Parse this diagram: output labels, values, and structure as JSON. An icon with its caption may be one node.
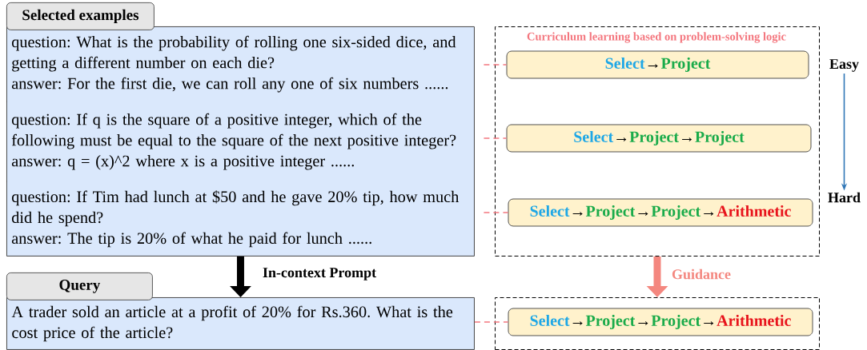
{
  "diagram": {
    "nodes": [
      {
        "text": [
          "Selected examples"
        ]
      },
      {
        "text": [
          "question: What is the probability of rolling one six-sided dice, and getting a different number on each die?",
          "answer: For the first die, we can roll any one of six numbers ......"
        ],
        "in": 0
      },
      {
        "text": [
          "question: If q is the square of a positive integer, which of the following must be equal to the square of the next positive integer?",
          "answer: q = (x)^2 where x is a positive integer ......"
        ],
        "in": 0
      },
      {
        "text": [
          "question: If Tim had lunch at $50 and he gave 20% tip, how much did he spend?",
          "answer: The tip is 20% of what he paid for lunch ......"
        ],
        "in": 0
      },
      {
        "text": [
          "Curriculum learning based on problem-solving logic"
        ]
      },
      {
        "text": [
          "Select",
          "→",
          "Project"
        ],
        "in": 4
      },
      {
        "text": [
          "Select",
          "→",
          "Project",
          "→",
          "Project"
        ],
        "in": 4
      },
      {
        "text": [
          "Select",
          "→",
          "Project",
          "→",
          "Project",
          "→",
          "Arithmetic"
        ],
        "in": 4
      },
      {
        "text": [
          "Query",
          "A trader sold an article at a profit of 20% for Rs.360. What is the cost price of the article?"
        ]
      },
      {
        "text": [],
        "shape": "box"
      },
      {
        "text": [
          "Select",
          "→",
          "Project",
          "→",
          "Project",
          "→",
          "Arithmetic"
        ],
        "in": 9
      },
      {
        "text": [
          "Easy"
        ]
      },
      {
        "text": [
          "Hard"
        ]
      }
    ],
    "edges": [
      {
        "from": 1,
        "to": 5,
        "arrow": "none",
        "style": "dashed",
        "color": "#f4777f"
      },
      {
        "from": 2,
        "to": 6,
        "arrow": "none",
        "style": "dashed",
        "color": "#f4777f"
      },
      {
        "from": 3,
        "to": 7,
        "arrow": "none",
        "style": "dashed",
        "color": "#f4777f"
      },
      {
        "from": 8,
        "to": 10,
        "arrow": "none",
        "style": "dashed",
        "color": "#f4777f"
      },
      {
        "from": 0,
        "to": 8,
        "arrow": "to",
        "label": "In-context Prompt",
        "style": "thick",
        "color": "#000000"
      },
      {
        "from": 4,
        "to": 9,
        "arrow": "to",
        "label": "Guidance",
        "style": "thick",
        "color": "#f4877f"
      },
      {
        "from": 11,
        "to": 12,
        "arrow": "to",
        "color": "#2e75b6"
      }
    ]
  }
}
